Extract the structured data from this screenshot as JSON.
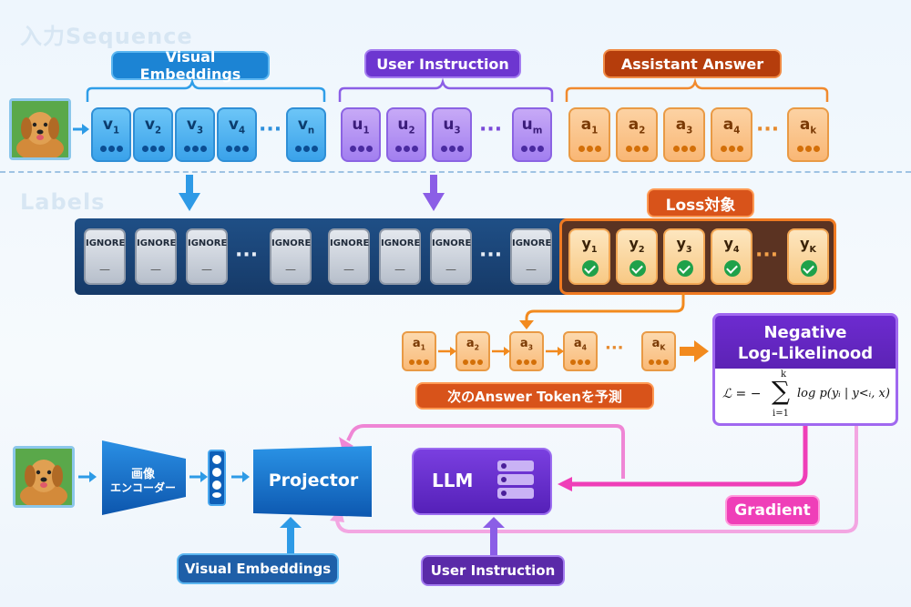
{
  "sections": {
    "input_title": "入力Sequence",
    "labels_title": "Labels"
  },
  "input": {
    "visual_label": "Visual Embeddings",
    "user_label": "User Instruction",
    "assistant_label": "Assistant Answer",
    "visual_tokens": [
      "v",
      "v",
      "v",
      "v",
      "v"
    ],
    "visual_subs": [
      "1",
      "2",
      "3",
      "4",
      "n"
    ],
    "user_tokens": [
      "u",
      "u",
      "u",
      "u"
    ],
    "user_subs": [
      "1",
      "2",
      "3",
      "m"
    ],
    "answer_tokens": [
      "a",
      "a",
      "a",
      "a",
      "a"
    ],
    "answer_subs": [
      "1",
      "2",
      "3",
      "4",
      "k"
    ],
    "ellipsis": "···"
  },
  "labels": {
    "ignore_text": "IGNORE",
    "ignore_dash": "—",
    "loss_label": "Loss対象",
    "y_tokens": [
      "y",
      "y",
      "y",
      "y",
      "y"
    ],
    "y_subs": [
      "1",
      "2",
      "3",
      "4",
      "K"
    ]
  },
  "prediction": {
    "tokens": [
      "a",
      "a",
      "a",
      "a",
      "a"
    ],
    "subs": [
      "1",
      "2",
      "3",
      "4",
      "K"
    ],
    "caption": "次のAnswer Tokenを予測"
  },
  "nll": {
    "title_line1": "Negative",
    "title_line2": "Log-Likelinood",
    "formula_lhs": "ℒ = −",
    "sum_top": "k",
    "sum_bottom": "i=1",
    "formula_rhs": "log p(yᵢ | y<ᵢ, x)"
  },
  "bottom": {
    "encoder_line1": "画像",
    "encoder_line2": "エンコーダー",
    "projector": "Projector",
    "llm": "LLM",
    "gradient": "Gradient",
    "visual_label": "Visual Embeddings",
    "user_label": "User Instruction"
  },
  "colors": {
    "visual": "#1e8fe0",
    "user": "#7a3fd8",
    "assistant": "#c8460f",
    "loss": "#d8531a",
    "gradient": "#ef3fb8",
    "nll": "#5c1fb0"
  }
}
